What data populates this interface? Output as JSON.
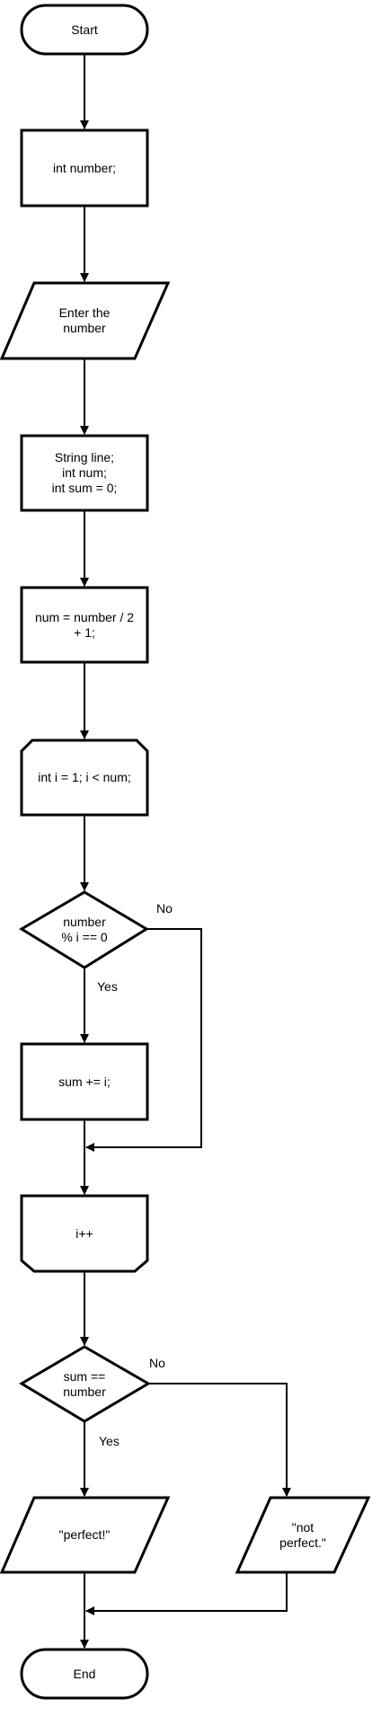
{
  "flowchart": {
    "start": "Start",
    "declare_number": "int number;",
    "input_number": "Enter the\nnumber",
    "declare_vars": "String line;\nint num;\nint sum = 0;",
    "compute_num": "num = number / 2\n+ 1;",
    "loop_start": "int i = 1; i < num;",
    "condition_divisor": "number\n% i == 0",
    "add_sum": "sum += i;",
    "loop_end": "i++",
    "condition_perfect": "sum ==\nnumber",
    "output_perfect": "\"perfect!\"",
    "output_not_perfect": "\"not\nperfect.\"",
    "end": "End",
    "branch_no_1": "No",
    "branch_yes_1": "Yes",
    "branch_no_2": "No",
    "branch_yes_2": "Yes"
  }
}
